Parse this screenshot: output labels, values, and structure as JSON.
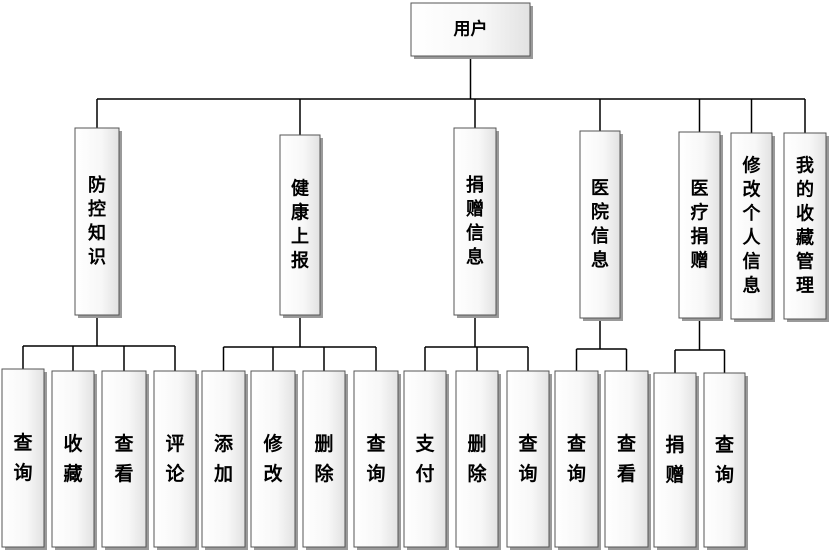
{
  "root": {
    "label": "用户"
  },
  "modules": [
    {
      "label": "防控知识",
      "children": [
        "查询",
        "收藏",
        "查看",
        "评论"
      ]
    },
    {
      "label": "健康上报",
      "children": [
        "添加",
        "修改",
        "删除",
        "查询"
      ]
    },
    {
      "label": "捐赠信息",
      "children": [
        "支付",
        "删除",
        "查询"
      ]
    },
    {
      "label": "医院信息",
      "children": [
        "查询",
        "查看"
      ]
    },
    {
      "label": "医疗捐赠",
      "children": [
        "捐赠",
        "查询"
      ]
    },
    {
      "label": "修改个人信息",
      "children": []
    },
    {
      "label": "我的收藏管理",
      "children": []
    }
  ]
}
